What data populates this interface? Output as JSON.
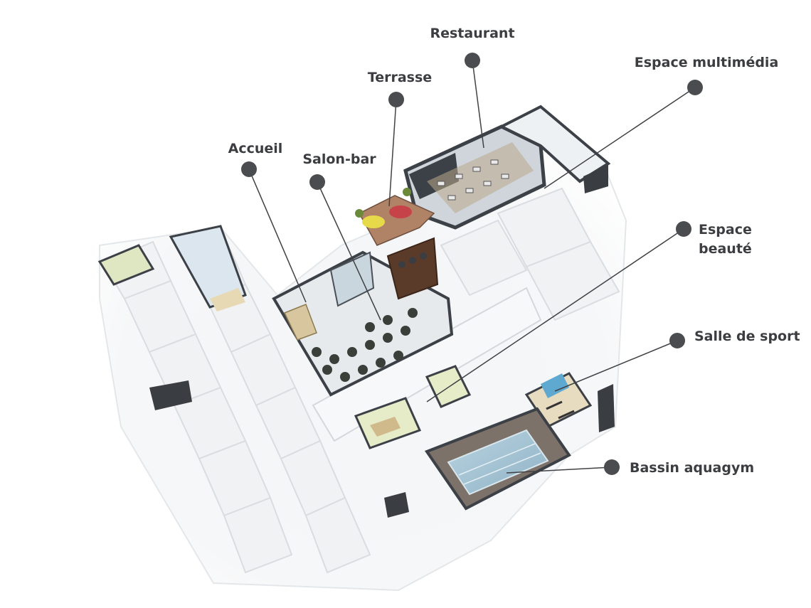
{
  "callouts": [
    {
      "id": "restaurant",
      "lines": [
        "Restaurant"
      ]
    },
    {
      "id": "terrasse",
      "lines": [
        "Terrasse"
      ]
    },
    {
      "id": "espace-multimedia",
      "lines": [
        "Espace multimédia"
      ]
    },
    {
      "id": "accueil",
      "lines": [
        "Accueil"
      ]
    },
    {
      "id": "salon-bar",
      "lines": [
        "Salon-bar"
      ]
    },
    {
      "id": "espace-beaute",
      "lines": [
        "Espace",
        "beauté"
      ]
    },
    {
      "id": "salle-de-sport",
      "lines": [
        "Salle de sport"
      ]
    },
    {
      "id": "bassin-aquagym",
      "lines": [
        "Bassin aquagym"
      ]
    }
  ],
  "colors": {
    "label": "#3b3d40",
    "callout_dot": "#4a4c4f",
    "wall": "#ffffff",
    "floor": "#eef0f2",
    "pool_water": "#a9c6d6",
    "restaurant_wall": "#3c4047",
    "bar_wood": "#5a3a28"
  }
}
